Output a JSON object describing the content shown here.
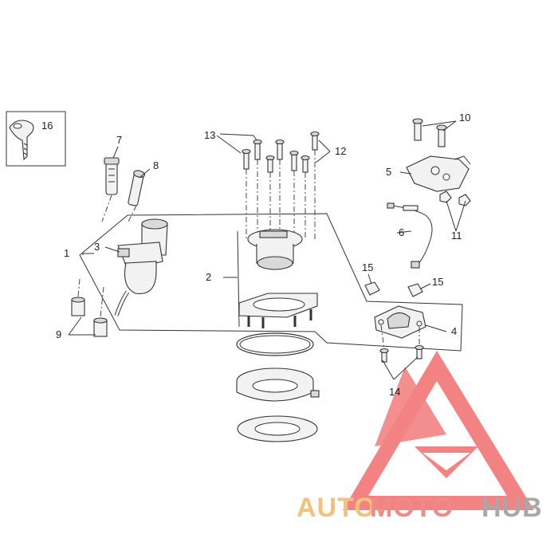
{
  "callouts": {
    "c1": "1",
    "c2": "2",
    "c3": "3",
    "c4": "4",
    "c5": "5",
    "c6": "6",
    "c7": "7",
    "c8": "8",
    "c9": "9",
    "c10": "10",
    "c11": "11",
    "c12": "12",
    "c13": "13",
    "c14": "14",
    "c15a": "15",
    "c15b": "15",
    "c16": "16"
  },
  "watermark": {
    "part1": "AUTO",
    "part2": "MOTO",
    "part3": "HUB",
    "colors": {
      "auto": "#f3c27a",
      "moto": "#f08a84",
      "hub": "#a8a8a8",
      "logo": "#f26d6d"
    }
  }
}
